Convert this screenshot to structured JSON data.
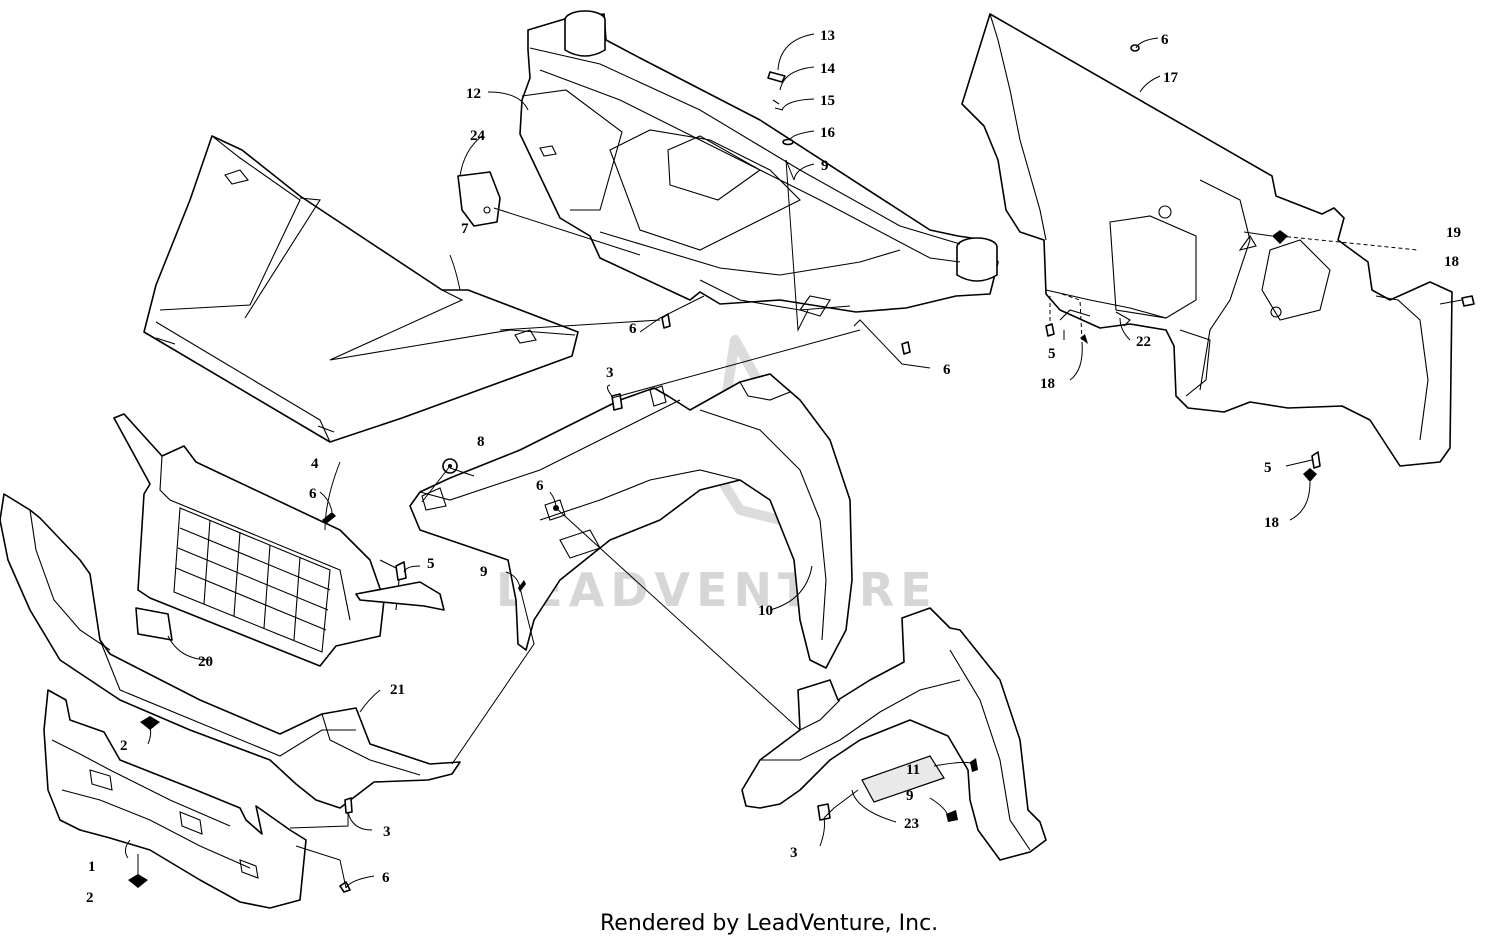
{
  "watermark": "LEADVENTURE",
  "footer": "Rendered by LeadVenture, Inc.",
  "callouts": [
    "1",
    "2",
    "2",
    "3",
    "3",
    "3",
    "4",
    "5",
    "5",
    "5",
    "6",
    "6",
    "6",
    "6",
    "6",
    "6",
    "7",
    "8",
    "9",
    "9",
    "9",
    "10",
    "11",
    "12",
    "13",
    "14",
    "15",
    "16",
    "17",
    "18",
    "18",
    "18",
    "19",
    "20",
    "21",
    "22",
    "23",
    "24"
  ]
}
